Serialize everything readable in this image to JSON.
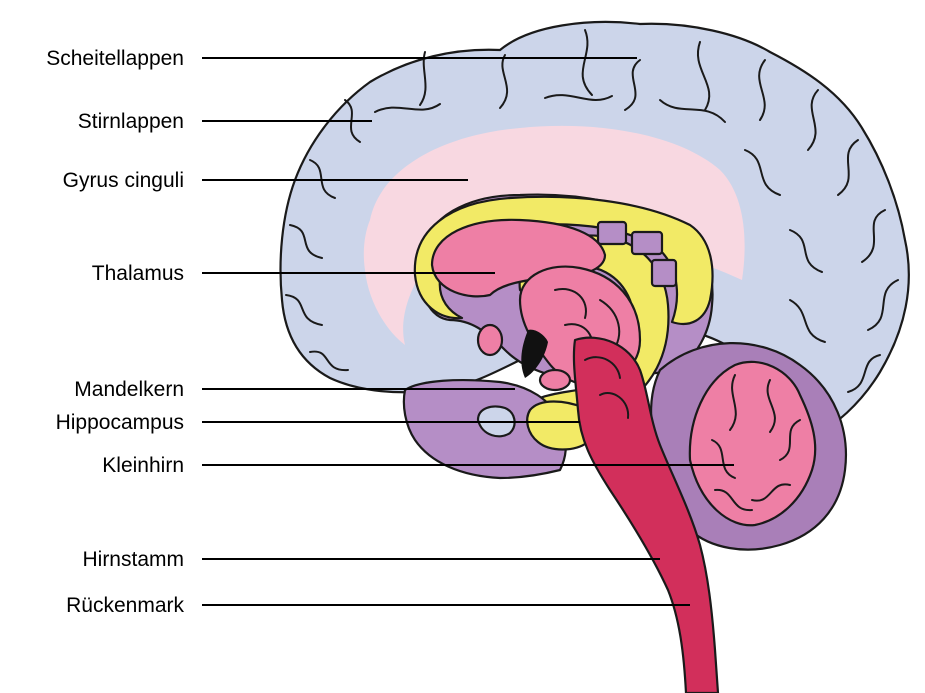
{
  "labels": [
    {
      "id": "scheitellappen",
      "text": "Scheitellappen"
    },
    {
      "id": "stirnlappen",
      "text": "Stirnlappen"
    },
    {
      "id": "gyrus-cinguli",
      "text": "Gyrus cinguli"
    },
    {
      "id": "thalamus",
      "text": "Thalamus"
    },
    {
      "id": "mandelkern",
      "text": "Mandelkern"
    },
    {
      "id": "hippocampus",
      "text": "Hippocampus"
    },
    {
      "id": "kleinhirn",
      "text": "Kleinhirn"
    },
    {
      "id": "hirnstamm",
      "text": "Hirnstamm"
    },
    {
      "id": "rueckenmark",
      "text": "Rückenmark"
    }
  ],
  "colors": {
    "cortex": "#ccd5ea",
    "cingulate": "#f8d8e1",
    "limbic_purple": "#b58ec6",
    "fornix_yellow": "#f2ea66",
    "thalamus_pink": "#ee7fa5",
    "brainstem": "#d22f5b",
    "cerebellum_outer": "#a97fb8",
    "cerebellum_inner": "#ee7fa5",
    "outline": "#1a1a1a"
  }
}
